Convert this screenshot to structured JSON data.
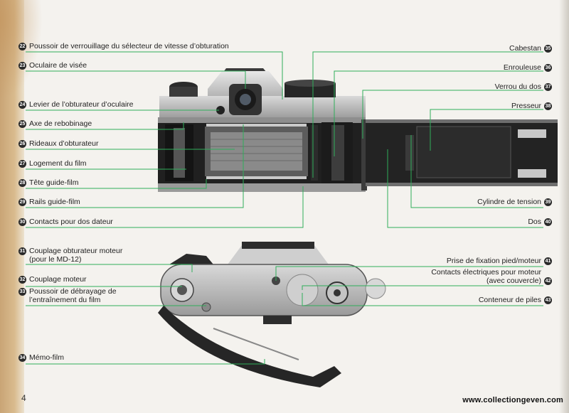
{
  "page_number": "4",
  "watermark": "www.collectiongeven.com",
  "left_labels": [
    {
      "num": "22",
      "text": "Poussoir de verrouillage du sélecteur de vitesse d’obturation"
    },
    {
      "num": "23",
      "text": "Oculaire de visée"
    },
    {
      "num": "24",
      "text": "Levier de l’obturateur d’oculaire"
    },
    {
      "num": "25",
      "text": "Axe de rebobinage"
    },
    {
      "num": "26",
      "text": "Rideaux d’obturateur"
    },
    {
      "num": "27",
      "text": "Logement du film"
    },
    {
      "num": "28",
      "text": "Tête guide-film"
    },
    {
      "num": "29",
      "text": "Rails guide-film"
    },
    {
      "num": "30",
      "text": "Contacts pour dos dateur"
    },
    {
      "num": "31",
      "line1": "Couplage obturateur moteur",
      "line2": "(pour le MD-12)"
    },
    {
      "num": "32",
      "text": "Couplage moteur"
    },
    {
      "num": "33",
      "line1": "Poussoir de débrayage de",
      "line2": "l’entraînement du film"
    },
    {
      "num": "34",
      "text": "Mémo-film"
    }
  ],
  "right_labels": [
    {
      "num": "35",
      "text": "Cabestan"
    },
    {
      "num": "36",
      "text": "Enrouleuse"
    },
    {
      "num": "37",
      "text": "Verrou du dos"
    },
    {
      "num": "38",
      "text": "Presseur"
    },
    {
      "num": "39",
      "text": "Cylindre de tension"
    },
    {
      "num": "40",
      "text": "Dos"
    },
    {
      "num": "41",
      "text": "Prise de fixation pied/moteur"
    },
    {
      "num": "42",
      "line1": "Contacts électriques pour moteur",
      "line2": "(avec couvercle)"
    },
    {
      "num": "43",
      "text": "Conteneur de piles"
    }
  ],
  "colors": {
    "leader": "#2fae5a",
    "paper": "#f4f2ee",
    "stain": "#c9a475",
    "text": "#222222"
  }
}
